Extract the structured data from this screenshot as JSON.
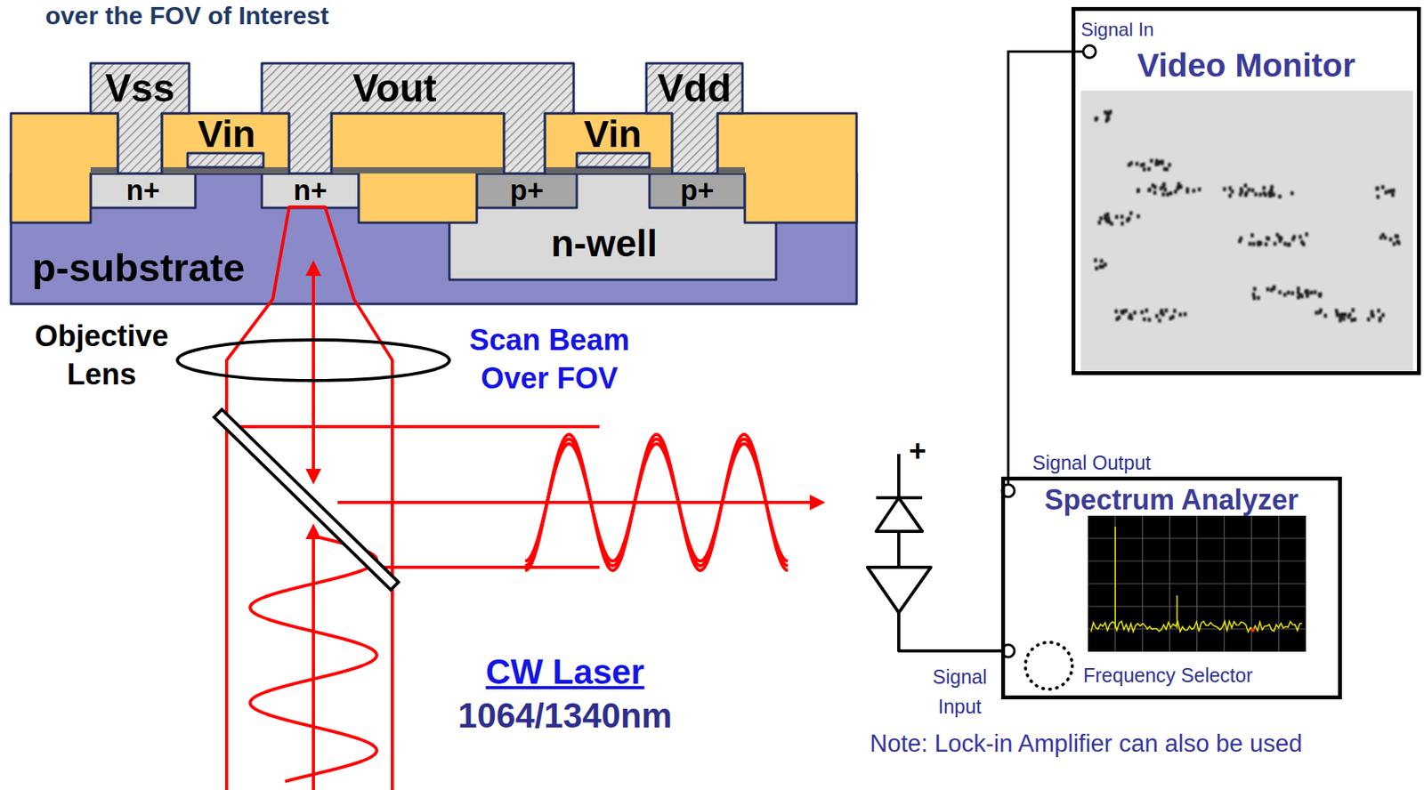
{
  "diagram": {
    "title": "over the FOV of Interest",
    "nodes": [
      {
        "text": [
          "Vss"
        ]
      },
      {
        "text": [
          "Vout"
        ]
      },
      {
        "text": [
          "Vdd"
        ]
      },
      {
        "text": [
          "Vin"
        ]
      },
      {
        "text": [
          "Vin"
        ]
      },
      {
        "text": [
          "p-substrate"
        ]
      },
      {
        "text": [
          "n+"
        ],
        "in": 5
      },
      {
        "text": [
          "n+"
        ],
        "in": 5
      },
      {
        "text": [
          "n-well"
        ],
        "in": 5
      },
      {
        "text": [
          "p+"
        ],
        "in": 8
      },
      {
        "text": [
          "p+"
        ],
        "in": 8
      },
      {
        "text": [
          "Video Monitor"
        ]
      },
      {
        "text": [
          "Spectrum Analyzer"
        ]
      }
    ],
    "edges": [
      {
        "from": 12,
        "to": 11,
        "arrow": "none"
      }
    ],
    "labels": [
      "Objective Lens",
      "Scan Beam Over FOV",
      "CW Laser",
      "1064/1340nm",
      "+",
      "Signal In",
      "Signal Output",
      "Signal Input",
      "Frequency Selector",
      "Note: Lock-in Amplifier can also be used"
    ]
  }
}
